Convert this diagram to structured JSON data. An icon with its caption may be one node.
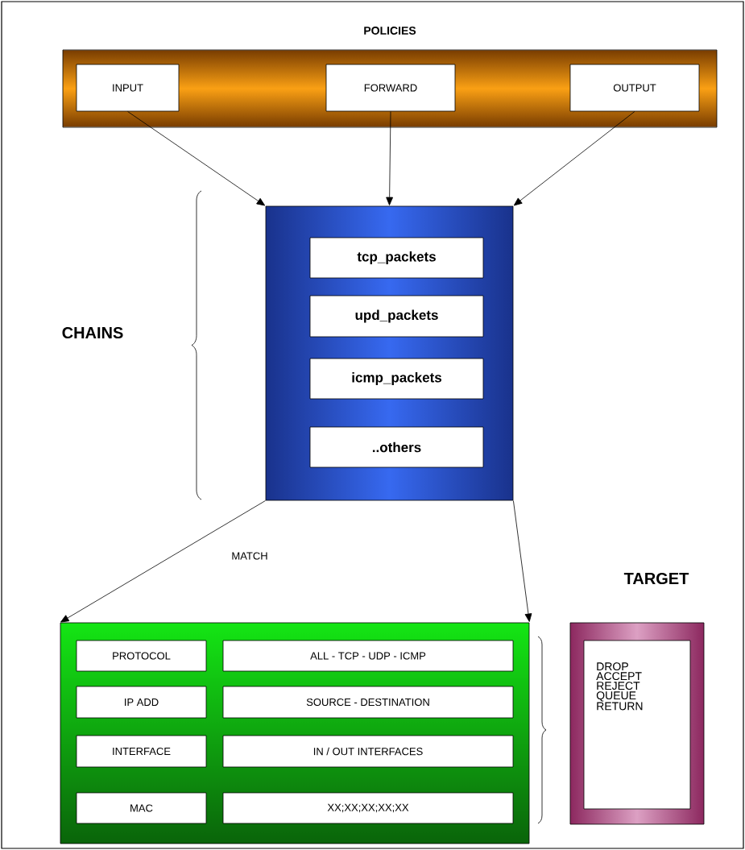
{
  "diagram": {
    "nodes": [
      {
        "text": [
          "POLICIES"
        ]
      },
      {
        "text": [
          "INPUT"
        ],
        "in": 0
      },
      {
        "text": [
          "FORWARD"
        ],
        "in": 0
      },
      {
        "text": [
          "OUTPUT"
        ],
        "in": 0
      },
      {
        "text": [],
        "shape": "box"
      },
      {
        "text": [
          "tcp_packets"
        ],
        "in": 4
      },
      {
        "text": [
          "upd_packets"
        ],
        "in": 4
      },
      {
        "text": [
          "icmp_packets"
        ],
        "in": 4
      },
      {
        "text": [
          "..others"
        ],
        "in": 4
      },
      {
        "text": [],
        "shape": "box"
      },
      {
        "text": [
          "PROTOCOL"
        ],
        "in": 9
      },
      {
        "text": [
          "ALL - TCP - UDP - ICMP"
        ],
        "in": 9
      },
      {
        "text": [
          "IP ADD"
        ],
        "in": 9
      },
      {
        "text": [
          "SOURCE - DESTINATION"
        ],
        "in": 9
      },
      {
        "text": [
          "INTERFACE"
        ],
        "in": 9
      },
      {
        "text": [
          "IN / OUT INTERFACES"
        ],
        "in": 9
      },
      {
        "text": [
          "MAC"
        ],
        "in": 9
      },
      {
        "text": [
          "XX;XX;XX;XX;XX"
        ],
        "in": 9
      },
      {
        "text": [
          "TARGET"
        ]
      },
      {
        "text": [
          "DROP ACCEPT REJECT QUEUE RETURN"
        ],
        "in": 18
      }
    ],
    "edges": [
      {
        "from": 1,
        "to": 4,
        "arrow": "to"
      },
      {
        "from": 2,
        "to": 4,
        "arrow": "to"
      },
      {
        "from": 3,
        "to": 4,
        "arrow": "to"
      },
      {
        "from": 4,
        "to": 9,
        "arrow": "to"
      },
      {
        "from": 4,
        "to": 9,
        "arrow": "to"
      }
    ],
    "labels": [
      "CHAINS",
      "MATCH"
    ]
  }
}
